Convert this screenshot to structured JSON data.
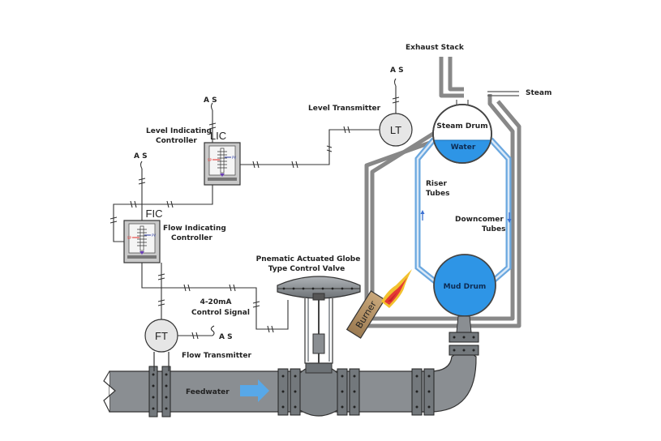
{
  "labels": {
    "exhaust_stack": "Exhaust Stack",
    "steam": "Steam",
    "steam_drum": "Steam Drum",
    "water": "Water",
    "riser_line1": "Riser",
    "riser_line2": "Tubes",
    "downcomer_line1": "Downcomer",
    "downcomer_line2": "Tubes",
    "mud_drum": "Mud Drum",
    "burner": "Burner",
    "level_transmitter": "Level Transmitter",
    "lt_tag": "LT",
    "lic_tag": "LIC",
    "lic_name_line1": "Level Indicating",
    "lic_name_line2": "Controller",
    "fic_tag": "FIC",
    "fic_name_line1": "Flow Indicating",
    "fic_name_line2": "Controller",
    "ft_tag": "FT",
    "flow_transmitter": "Flow Transmitter",
    "valve_line1": "Pnematic Actuated Globe",
    "valve_line2": "Type Control Valve",
    "signal_line1": "4-20mA",
    "signal_line2": "Control Signal",
    "feedwater": "Feedwater",
    "air_supply": "A S",
    "sp": "SP",
    "pv": "PV"
  },
  "colors": {
    "pipe": "#8a8e92",
    "water": "#2e95e6",
    "tubes": "#6aa7df",
    "flow_arrow": "#58a8e8",
    "sp": "#e53935",
    "pv": "#3949ab",
    "boiler_wall": "#888888"
  }
}
